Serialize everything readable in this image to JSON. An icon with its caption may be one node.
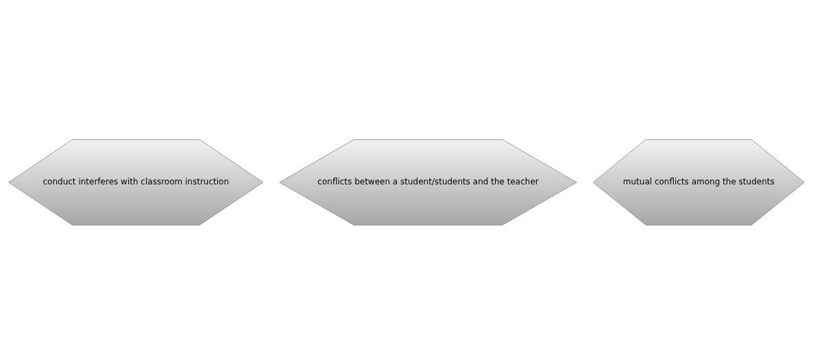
{
  "diagram": {
    "nodes": [
      {
        "text": [
          "conduct interferes with classroom instruction"
        ]
      },
      {
        "text": [
          "conflicts between a student/students and the teacher"
        ]
      },
      {
        "text": [
          "mutual conflicts among the students"
        ]
      }
    ]
  }
}
